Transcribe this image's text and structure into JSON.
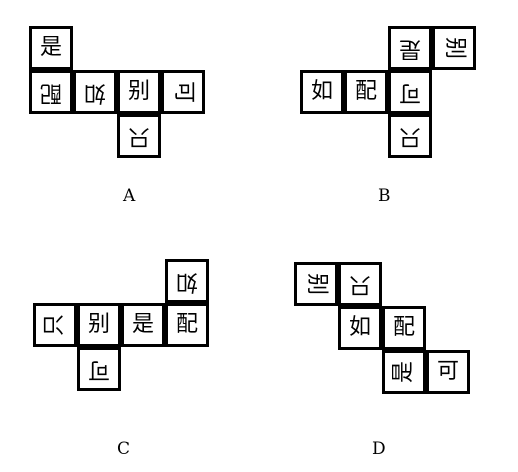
{
  "options": [
    {
      "label": "A",
      "cells": [
        "是",
        "配",
        "如",
        "别",
        "可",
        "只"
      ]
    },
    {
      "label": "B",
      "cells": [
        "是",
        "别",
        "如",
        "配",
        "可",
        "只"
      ]
    },
    {
      "label": "C",
      "cells": [
        "如",
        "只",
        "别",
        "是",
        "配",
        "可"
      ]
    },
    {
      "label": "D",
      "cells": [
        "别",
        "只",
        "如",
        "配",
        "是",
        "可"
      ]
    }
  ]
}
